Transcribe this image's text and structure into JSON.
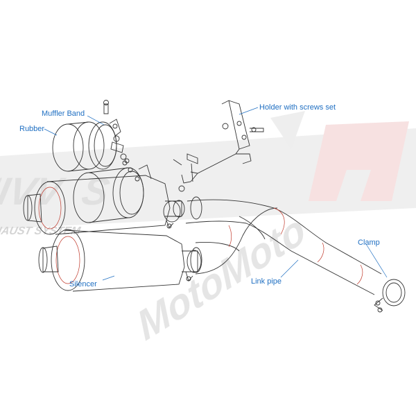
{
  "diagram": {
    "label_color": "#1f6fc2",
    "line_color": "#333333",
    "accent_color": "#c0392b",
    "watermark_gray": "#d6d6d6",
    "watermark_red": "#f3d6d6",
    "labels": {
      "muffler_band": "Muffler Band",
      "rubber": "Rubber",
      "holder": "Holder with screws set",
      "clamp": "Clamp",
      "link_pipe": "Link pipe",
      "silencer": "Silencer"
    }
  }
}
